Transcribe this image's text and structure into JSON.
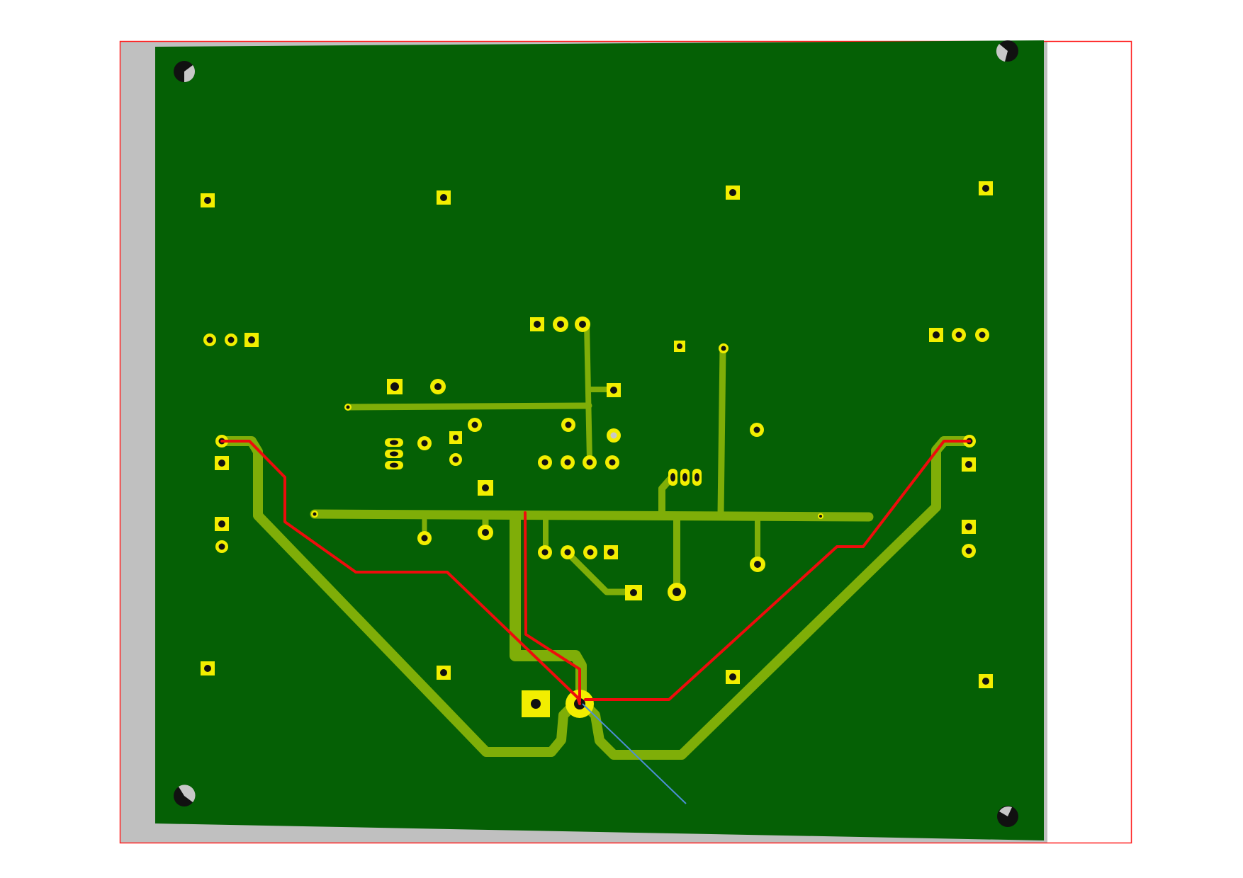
{
  "colors": {
    "page_background": "#ffffff",
    "frame_border": "#ff2020",
    "board_margin": "#c0c0c0",
    "board_substrate": "#056005",
    "copper_trace": "#7fae08",
    "pad_fill": "#f2ee00",
    "drill_hole": "#111111",
    "hole_highlight": "#c8c8c8",
    "top_layer_trace": "#ee0c0c",
    "ratsnest_line": "#4d8fd6"
  },
  "icons": {
    "mounting_hole": "mounting-hole-icon",
    "square_pad": "square-pad-icon",
    "round_pad": "round-pad-icon",
    "oval_pad": "oval-pad-icon"
  },
  "layers": [
    "bottom-copper",
    "top-copper",
    "ratsnest",
    "drill"
  ]
}
